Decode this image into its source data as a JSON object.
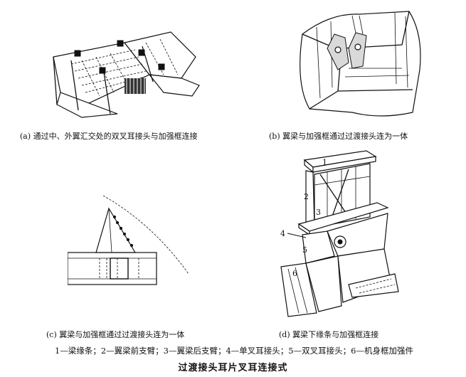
{
  "panels": {
    "a": {
      "caption": "(a) 通过中、外翼汇交处的双叉耳接头与加强框连接"
    },
    "b": {
      "caption": "(b) 翼梁与加强框通过过渡接头连为一体"
    },
    "c": {
      "caption": "(c) 翼梁与加强框通过过渡接头连为一体"
    },
    "d": {
      "caption": "(d) 翼梁下缘条与加强框连接",
      "labels": [
        "1",
        "2",
        "3",
        "4",
        "5",
        "6"
      ]
    }
  },
  "legend": "1—梁缘条；2—翼梁前支臂；3—翼梁后支臂；4—单叉耳接头；5—双叉耳接头；6—机身框加强件",
  "title": "过渡接头耳片叉耳连接式"
}
